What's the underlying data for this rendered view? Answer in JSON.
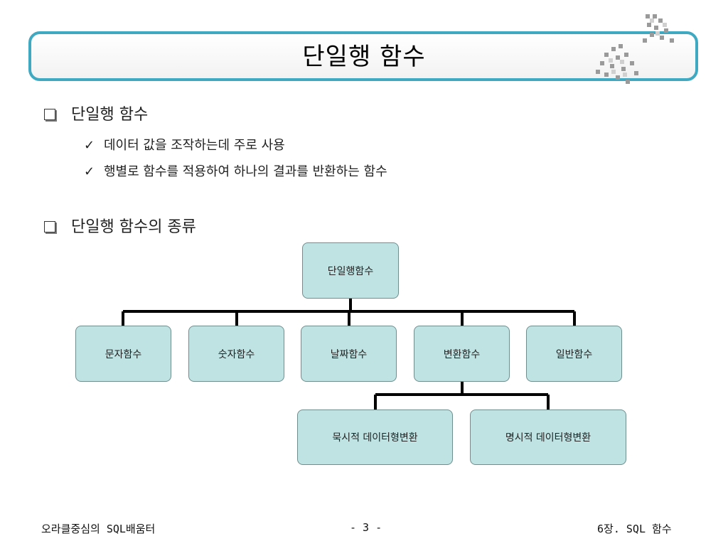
{
  "slide": {
    "title": "단일행 함수",
    "sections": [
      {
        "heading": "단일행 함수",
        "bullets": [
          "데이터 값을 조작하는데 주로 사용",
          "행별로 함수를 적용하여 하나의 결과를 반환하는 함수"
        ]
      },
      {
        "heading": "단일행 함수의 종류",
        "bullets": []
      }
    ]
  },
  "diagram": {
    "root": "단일행함수",
    "children": [
      "문자함수",
      "숫자함수",
      "날짜함수",
      "변환함수",
      "일반함수"
    ],
    "conversion_children": [
      "묵시적 데이터형변환",
      "명시적 데이터형변환"
    ],
    "node_color": "#bfe3e3"
  },
  "footer": {
    "left": "오라클중심의 SQL배움터",
    "center": "- 3 -",
    "right": "6장. SQL 함수"
  },
  "colors": {
    "title_border": "#3fa9c2"
  }
}
